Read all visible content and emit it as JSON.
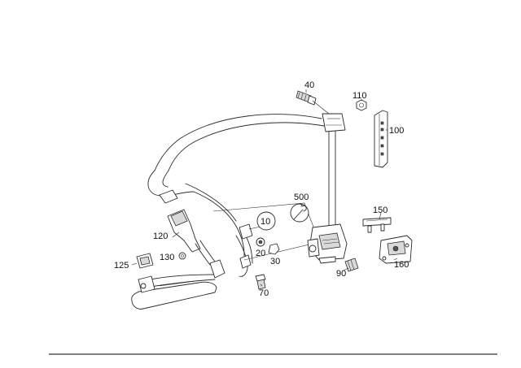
{
  "diagram": {
    "callouts": [
      {
        "id": "10",
        "label": "10"
      },
      {
        "id": "20",
        "label": "20"
      },
      {
        "id": "30",
        "label": "30"
      },
      {
        "id": "40",
        "label": "40"
      },
      {
        "id": "70",
        "label": "70"
      },
      {
        "id": "90",
        "label": "90"
      },
      {
        "id": "100",
        "label": "100"
      },
      {
        "id": "110",
        "label": "110"
      },
      {
        "id": "120",
        "label": "120"
      },
      {
        "id": "125",
        "label": "125"
      },
      {
        "id": "130",
        "label": "130"
      },
      {
        "id": "150",
        "label": "150"
      },
      {
        "id": "160",
        "label": "160"
      },
      {
        "id": "500",
        "label": "500"
      }
    ]
  }
}
